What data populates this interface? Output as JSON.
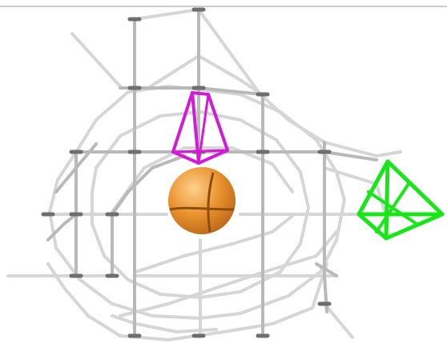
{
  "viewer": {
    "background": "#ffffff",
    "frame_color": "#9a9a9a",
    "cage": {
      "bond_color_light": "#d6d6d6",
      "bond_color_mid": "#b9b9b9",
      "bond_color_dark": "#6e6e6e"
    },
    "central_atom": {
      "name": "central-sphere",
      "color": "#e8902c",
      "highlight": "#ffd08a",
      "shadow": "#b8651a"
    },
    "tetrahedra": [
      {
        "name": "magenta-tetrahedron",
        "color": "#d21bd6"
      },
      {
        "name": "green-tetrahedron",
        "color": "#19e619"
      }
    ]
  }
}
